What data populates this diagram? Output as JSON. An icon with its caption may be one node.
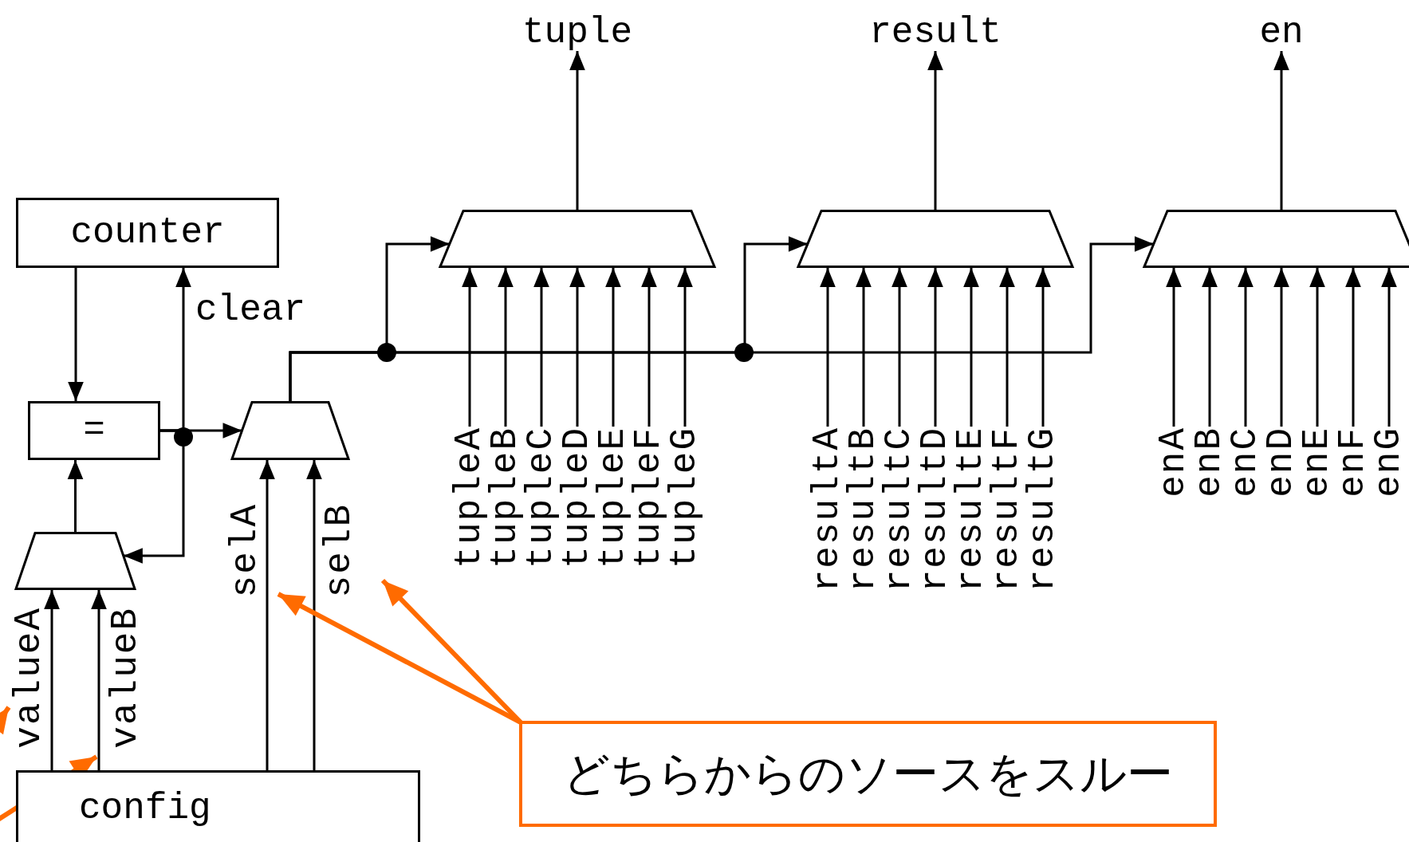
{
  "diagram": {
    "nodes": [
      {
        "text": [
          "tuple"
        ]
      },
      {
        "text": [
          "result"
        ]
      },
      {
        "text": [
          "en"
        ]
      },
      {
        "text": [
          "counter"
        ]
      },
      {
        "text": [],
        "shape": "trapezoid"
      },
      {
        "text": [],
        "shape": "trapezoid"
      },
      {
        "text": [],
        "shape": "trapezoid"
      },
      {
        "text": [
          "="
        ]
      },
      {
        "text": [],
        "shape": "trapezoid"
      },
      {
        "text": [
          "tupleA"
        ]
      },
      {
        "text": [
          "tupleB"
        ]
      },
      {
        "text": [
          "tupleC"
        ]
      },
      {
        "text": [
          "tupleD"
        ]
      },
      {
        "text": [
          "tupleE"
        ]
      },
      {
        "text": [
          "tupleF"
        ]
      },
      {
        "text": [
          "tupleG"
        ]
      },
      {
        "text": [
          "resultA"
        ]
      },
      {
        "text": [
          "resultB"
        ]
      },
      {
        "text": [
          "resultC"
        ]
      },
      {
        "text": [
          "resultD"
        ]
      },
      {
        "text": [
          "resultE"
        ]
      },
      {
        "text": [
          "resultF"
        ]
      },
      {
        "text": [
          "resultG"
        ]
      },
      {
        "text": [
          "enA"
        ]
      },
      {
        "text": [
          "enB"
        ]
      },
      {
        "text": [
          "enC"
        ]
      },
      {
        "text": [
          "enD"
        ]
      },
      {
        "text": [
          "enE"
        ]
      },
      {
        "text": [
          "enF"
        ]
      },
      {
        "text": [
          "enG"
        ]
      },
      {
        "text": [],
        "shape": "trapezoid"
      },
      {
        "text": [
          "config"
        ]
      },
      {
        "text": [
          "どちらからのソースをスルー"
        ]
      }
    ],
    "edges": [
      {
        "from": 4,
        "to": 0,
        "arrow": "to"
      },
      {
        "from": 5,
        "to": 1,
        "arrow": "to"
      },
      {
        "from": 6,
        "to": 2,
        "arrow": "to"
      },
      {
        "from": 3,
        "to": 7,
        "arrow": "to"
      },
      {
        "from": 7,
        "to": 3,
        "arrow": "to",
        "label": "clear"
      },
      {
        "from": 7,
        "to": 8,
        "arrow": "to"
      },
      {
        "from": 7,
        "to": 30,
        "arrow": "to"
      },
      {
        "from": 30,
        "to": 7,
        "arrow": "to"
      },
      {
        "from": 8,
        "to": 4,
        "arrow": "to"
      },
      {
        "from": 8,
        "to": 5,
        "arrow": "to"
      },
      {
        "from": 8,
        "to": 6,
        "arrow": "to"
      },
      {
        "from": 9,
        "to": 4,
        "arrow": "to"
      },
      {
        "from": 10,
        "to": 4,
        "arrow": "to"
      },
      {
        "from": 11,
        "to": 4,
        "arrow": "to"
      },
      {
        "from": 12,
        "to": 4,
        "arrow": "to"
      },
      {
        "from": 13,
        "to": 4,
        "arrow": "to"
      },
      {
        "from": 14,
        "to": 4,
        "arrow": "to"
      },
      {
        "from": 15,
        "to": 4,
        "arrow": "to"
      },
      {
        "from": 16,
        "to": 5,
        "arrow": "to"
      },
      {
        "from": 17,
        "to": 5,
        "arrow": "to"
      },
      {
        "from": 18,
        "to": 5,
        "arrow": "to"
      },
      {
        "from": 19,
        "to": 5,
        "arrow": "to"
      },
      {
        "from": 20,
        "to": 5,
        "arrow": "to"
      },
      {
        "from": 21,
        "to": 5,
        "arrow": "to"
      },
      {
        "from": 22,
        "to": 5,
        "arrow": "to"
      },
      {
        "from": 23,
        "to": 6,
        "arrow": "to"
      },
      {
        "from": 24,
        "to": 6,
        "arrow": "to"
      },
      {
        "from": 25,
        "to": 6,
        "arrow": "to"
      },
      {
        "from": 26,
        "to": 6,
        "arrow": "to"
      },
      {
        "from": 27,
        "to": 6,
        "arrow": "to"
      },
      {
        "from": 28,
        "to": 6,
        "arrow": "to"
      },
      {
        "from": 29,
        "to": 6,
        "arrow": "to"
      },
      {
        "from": 31,
        "to": 30,
        "arrow": "to",
        "label": "valueA"
      },
      {
        "from": 31,
        "to": 30,
        "arrow": "to",
        "label": "valueB"
      },
      {
        "from": 31,
        "to": 8,
        "arrow": "to",
        "label": "selA"
      },
      {
        "from": 31,
        "to": 8,
        "arrow": "to",
        "label": "selB"
      },
      {
        "from": 32,
        "to": null,
        "arrow": "to",
        "style": "thick",
        "color": "#ff6b00"
      },
      {
        "from": 32,
        "to": null,
        "arrow": "to",
        "style": "thick",
        "color": "#ff6b00"
      }
    ]
  }
}
